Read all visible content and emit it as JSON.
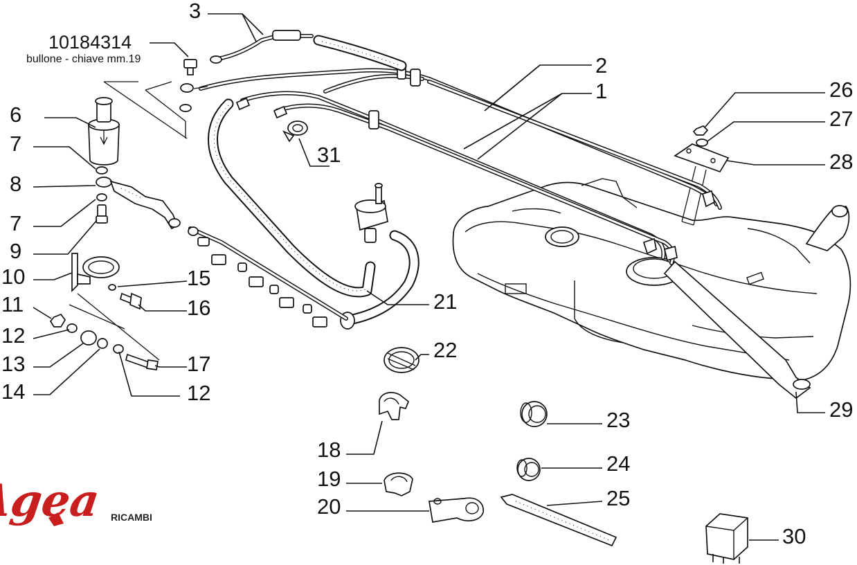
{
  "part_note": {
    "code": "10184314",
    "description": "bullone - chiave mm.19"
  },
  "labels": {
    "l1": "1",
    "l2": "2",
    "l3": "3",
    "l6": "6",
    "l7a": "7",
    "l7b": "7",
    "l8": "8",
    "l9": "9",
    "l10": "10",
    "l11": "11",
    "l12a": "12",
    "l12b": "12",
    "l13": "13",
    "l14": "14",
    "l15": "15",
    "l16": "16",
    "l17": "17",
    "l18": "18",
    "l19": "19",
    "l20": "20",
    "l21": "21",
    "l22": "22",
    "l23": "23",
    "l24": "24",
    "l25": "25",
    "l26": "26",
    "l27": "27",
    "l28": "28",
    "l29": "29",
    "l30": "30",
    "l31": "31"
  },
  "logo": {
    "brand": "Agea",
    "subtitle": "RICAMBI",
    "color": "#c81e1e"
  }
}
